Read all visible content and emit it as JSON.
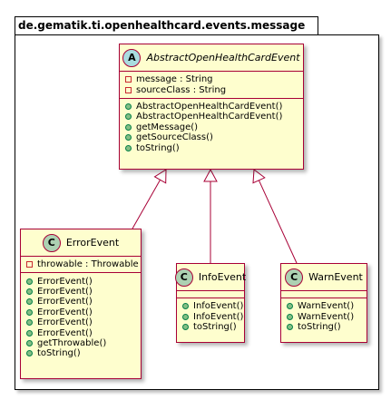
{
  "package": {
    "name": "de.gematik.ti.openhealthcard.events.message"
  },
  "colors": {
    "class_fill": "#FEFECE",
    "class_border": "#A80036",
    "abstract_badge": "#A9DCDF",
    "class_badge": "#ADD1B2",
    "private_marker": "#C82930",
    "public_marker": "#84BE84"
  },
  "classes": [
    {
      "id": "abstract",
      "badge": "A",
      "badge_kind": "abstract",
      "name": "AbstractOpenHealthCardEvent",
      "italic": true,
      "fields": [
        {
          "vis": "private",
          "text": "message : String"
        },
        {
          "vis": "private",
          "text": "sourceClass : String"
        }
      ],
      "methods": [
        {
          "vis": "public",
          "text": "AbstractOpenHealthCardEvent()"
        },
        {
          "vis": "public",
          "text": "AbstractOpenHealthCardEvent()"
        },
        {
          "vis": "public",
          "text": "getMessage()"
        },
        {
          "vis": "public",
          "text": "getSourceClass()"
        },
        {
          "vis": "public",
          "text": "toString()"
        }
      ]
    },
    {
      "id": "error",
      "badge": "C",
      "badge_kind": "class",
      "name": "ErrorEvent",
      "italic": false,
      "fields": [
        {
          "vis": "private",
          "text": "throwable : Throwable"
        }
      ],
      "methods": [
        {
          "vis": "public",
          "text": "ErrorEvent()"
        },
        {
          "vis": "public",
          "text": "ErrorEvent()"
        },
        {
          "vis": "public",
          "text": "ErrorEvent()"
        },
        {
          "vis": "public",
          "text": "ErrorEvent()"
        },
        {
          "vis": "public",
          "text": "ErrorEvent()"
        },
        {
          "vis": "public",
          "text": "ErrorEvent()"
        },
        {
          "vis": "public",
          "text": "getThrowable()"
        },
        {
          "vis": "public",
          "text": "toString()"
        }
      ]
    },
    {
      "id": "info",
      "badge": "C",
      "badge_kind": "class",
      "name": "InfoEvent",
      "italic": false,
      "fields": [],
      "methods": [
        {
          "vis": "public",
          "text": "InfoEvent()"
        },
        {
          "vis": "public",
          "text": "InfoEvent()"
        },
        {
          "vis": "public",
          "text": "toString()"
        }
      ]
    },
    {
      "id": "warn",
      "badge": "C",
      "badge_kind": "class",
      "name": "WarnEvent",
      "italic": false,
      "fields": [],
      "methods": [
        {
          "vis": "public",
          "text": "WarnEvent()"
        },
        {
          "vis": "public",
          "text": "WarnEvent()"
        },
        {
          "vis": "public",
          "text": "toString()"
        }
      ]
    }
  ],
  "relations": [
    {
      "from": "error",
      "to": "abstract",
      "kind": "extends"
    },
    {
      "from": "info",
      "to": "abstract",
      "kind": "extends"
    },
    {
      "from": "warn",
      "to": "abstract",
      "kind": "extends"
    }
  ]
}
